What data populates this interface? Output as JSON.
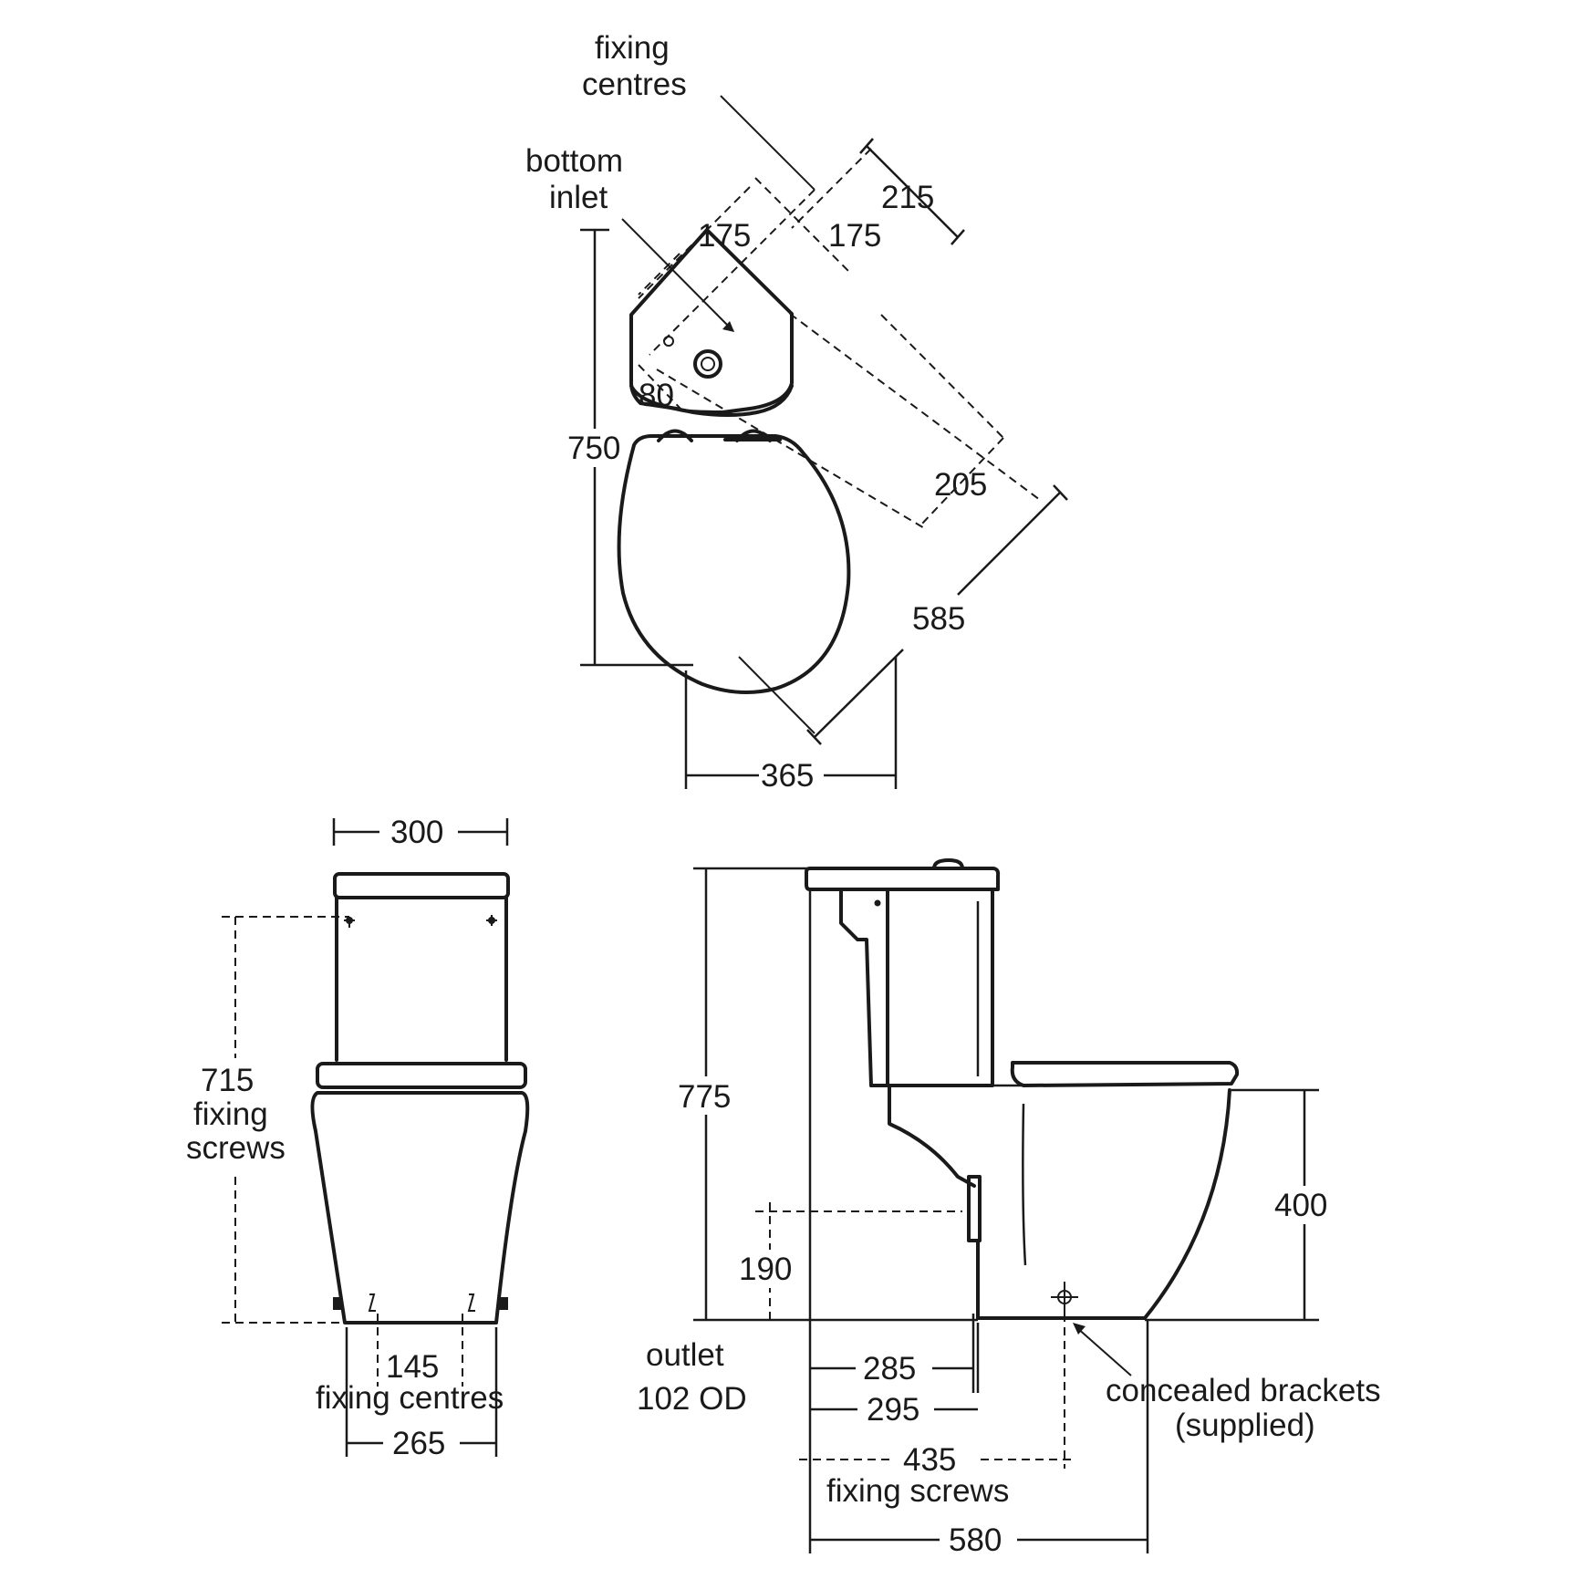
{
  "top_view": {
    "fixing_centres": [
      "fixing",
      "centres"
    ],
    "bottom_inlet": [
      "bottom",
      "inlet"
    ],
    "dim_215": "215",
    "dim_175_left": "175",
    "dim_175_right": "175",
    "dim_80": "80",
    "dim_750": "750",
    "dim_205": "205",
    "dim_585": "585",
    "dim_365": "365"
  },
  "front_view": {
    "dim_300": "300",
    "fixing_screws_715": [
      "715",
      "fixing",
      "screws"
    ],
    "dim_145": "145",
    "fixing_centres": "fixing centres",
    "dim_265": "265"
  },
  "side_view": {
    "dim_775": "775",
    "dim_400": "400",
    "dim_190": "190",
    "outlet": [
      "outlet",
      "102 OD"
    ],
    "dim_285": "285",
    "dim_295": "295",
    "dim_435": "435",
    "fixing_screws": "fixing screws",
    "dim_580": "580",
    "concealed_brackets": [
      "concealed brackets",
      "(supplied)"
    ]
  }
}
